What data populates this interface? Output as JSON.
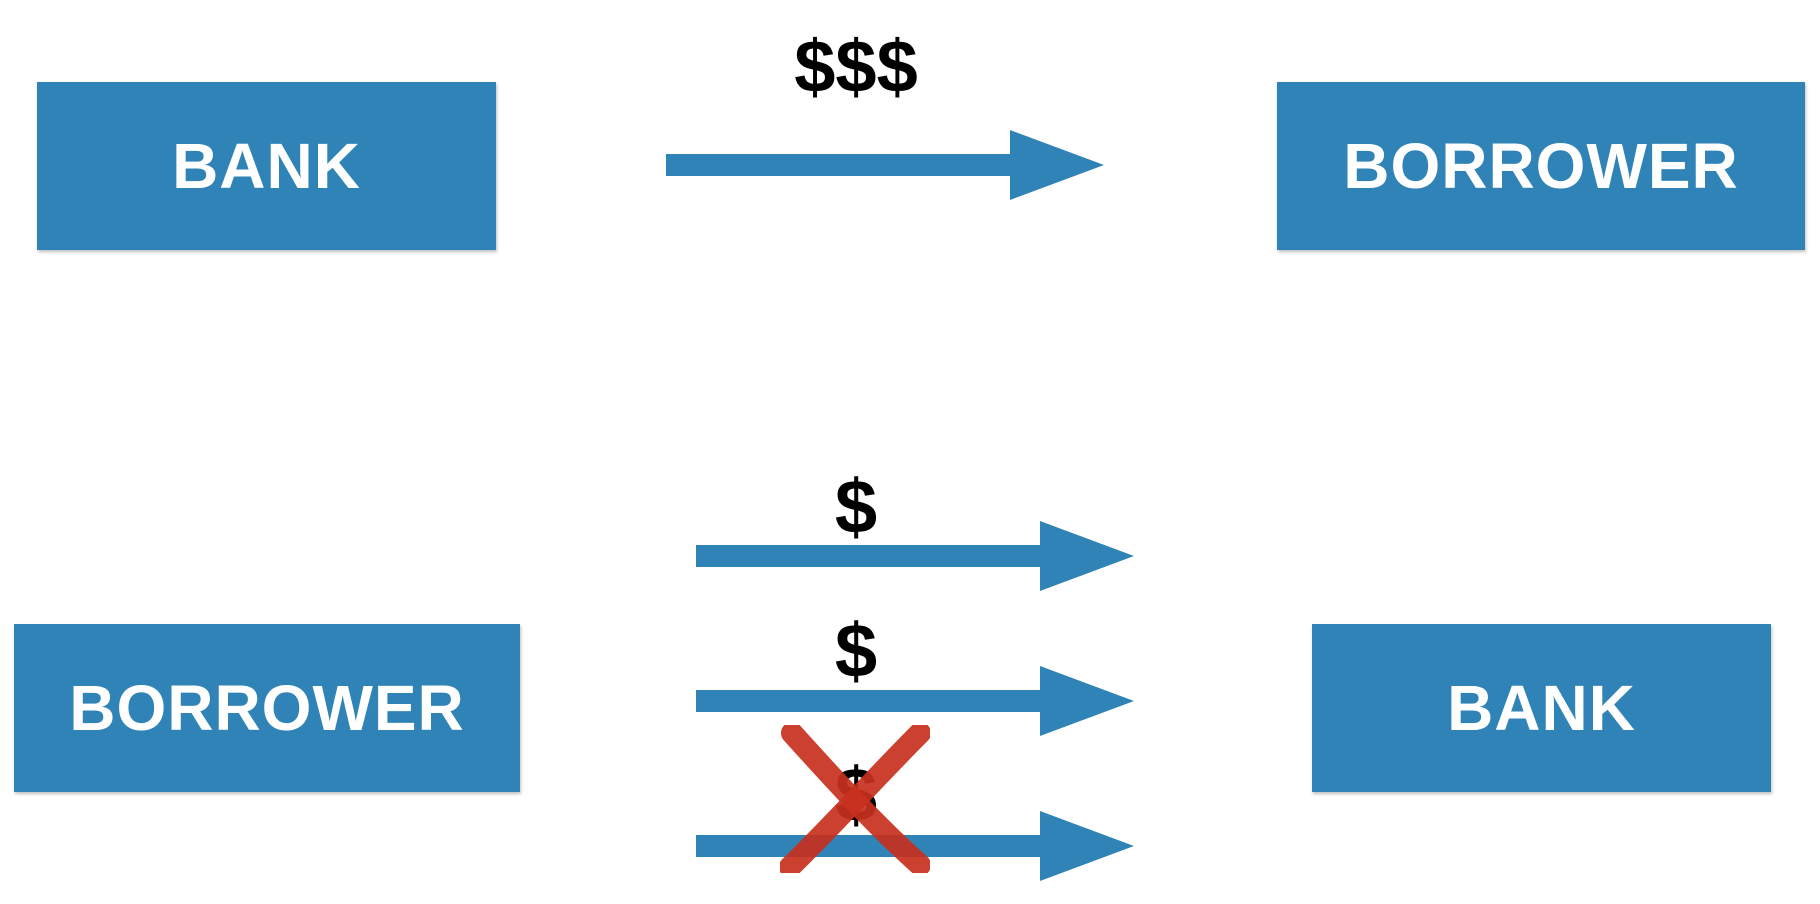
{
  "colors": {
    "box": "#2f83b6",
    "box_text": "#ffffff",
    "arrow": "#2f83b6",
    "money_text": "#000000",
    "cross": "#c8301e"
  },
  "top_row": {
    "left_box": "BANK",
    "right_box": "BORROWER",
    "arrow_label": "$$$"
  },
  "bottom_row": {
    "left_box": "BORROWER",
    "right_box": "BANK",
    "payments": [
      {
        "label": "$",
        "crossed_out": false
      },
      {
        "label": "$",
        "crossed_out": false
      },
      {
        "label": "$",
        "crossed_out": true
      }
    ]
  },
  "icons": {
    "arrow": "right-arrow-icon",
    "cross": "red-x-cross-icon"
  }
}
